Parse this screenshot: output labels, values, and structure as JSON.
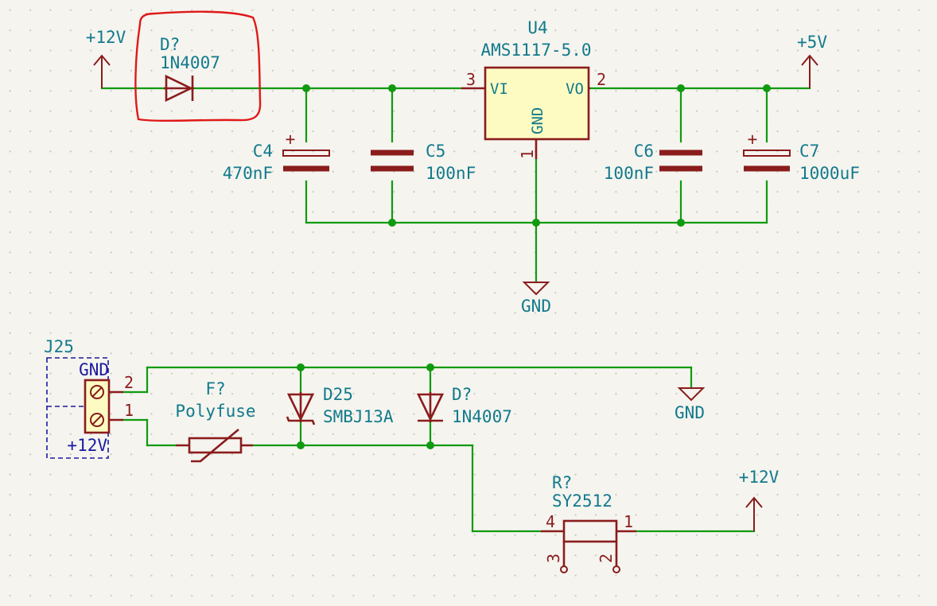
{
  "power": {
    "vin_top": "+12V",
    "vout_top": "+5V",
    "gnd_top": "GND",
    "gnd_bottom": "GND",
    "vout_bottom": "+12V"
  },
  "components": {
    "d_rev": {
      "ref": "D?",
      "value": "1N4007"
    },
    "u4": {
      "ref": "U4",
      "value": "AMS1117-5.0",
      "pin_vi": "VI",
      "pin_vo": "VO",
      "pin_gnd": "GND",
      "num_vi": "3",
      "num_vo": "2",
      "num_gnd": "1"
    },
    "c4": {
      "ref": "C4",
      "value": "470nF",
      "polarity": "+"
    },
    "c5": {
      "ref": "C5",
      "value": "100nF"
    },
    "c6": {
      "ref": "C6",
      "value": "100nF"
    },
    "c7": {
      "ref": "C7",
      "value": "1000uF",
      "polarity": "+"
    },
    "j25": {
      "ref": "J25",
      "pin2_label": "GND",
      "pin1_label": "+12V",
      "num_pin2": "2",
      "num_pin1": "1"
    },
    "fuse": {
      "ref": "F?",
      "value": "Polyfuse"
    },
    "d25": {
      "ref": "D25",
      "value": "SMBJ13A"
    },
    "d_clamp": {
      "ref": "D?",
      "value": "1N4007"
    },
    "r_sense": {
      "ref": "R?",
      "value": "SY2512",
      "num1": "1",
      "num2": "2",
      "num3": "3",
      "num4": "4"
    }
  },
  "annotation": {
    "color": "#e01818",
    "target": "D? 1N4007 (top)"
  },
  "colors": {
    "wire": "#0f9a0f",
    "symbol": "#8a1c1c",
    "text": "#127a8c",
    "connector": "#1a1aa0",
    "body_fill": "#fdfbc2"
  }
}
